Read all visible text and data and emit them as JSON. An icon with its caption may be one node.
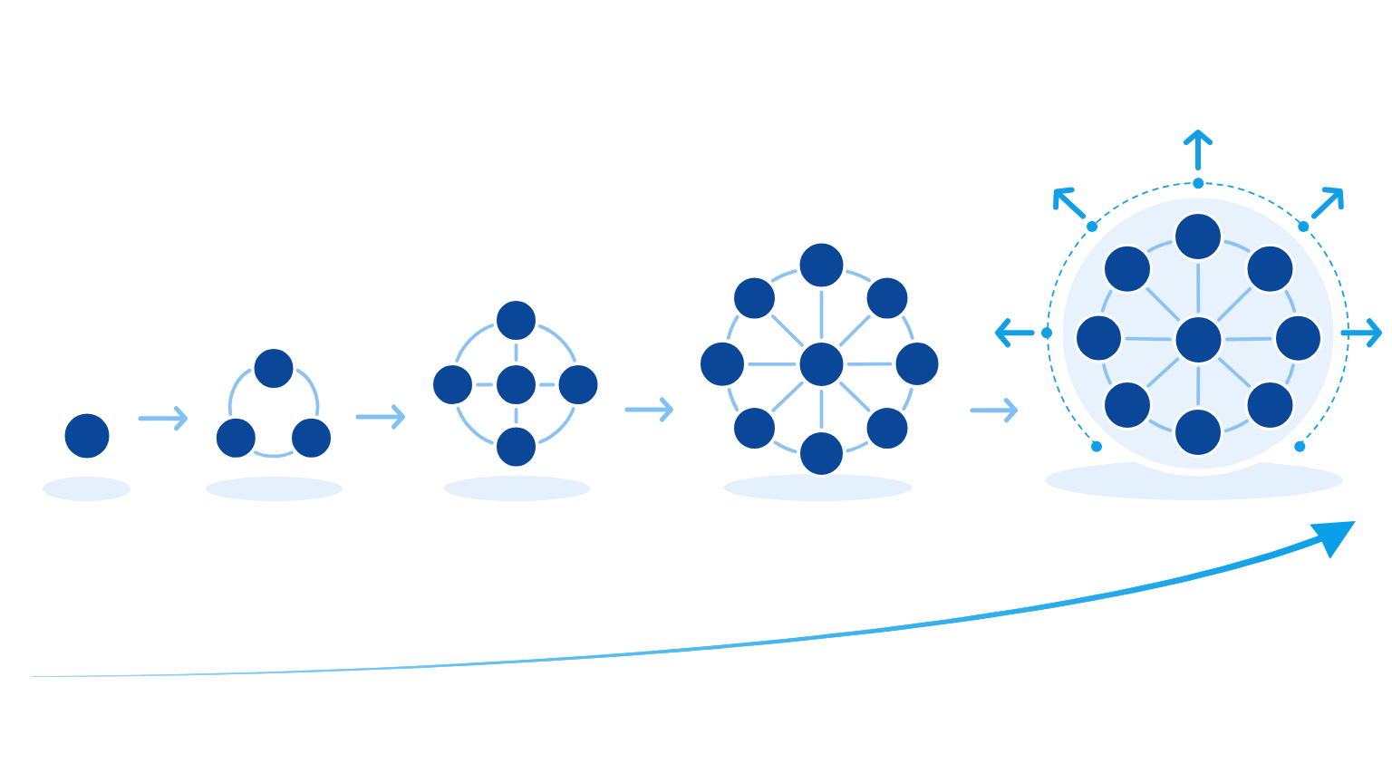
{
  "diagram": {
    "nodes": [
      {
        "text": [],
        "shape": "circle"
      },
      {
        "text": [],
        "shape": "circle"
      },
      {
        "text": [],
        "shape": "circle"
      },
      {
        "text": [],
        "shape": "circle"
      },
      {
        "text": [],
        "shape": "circle"
      },
      {
        "text": [],
        "shape": "circle"
      },
      {
        "text": [],
        "shape": "circle"
      },
      {
        "text": [],
        "shape": "circle"
      },
      {
        "text": [],
        "shape": "circle"
      },
      {
        "text": [],
        "shape": "circle"
      },
      {
        "text": [],
        "shape": "circle"
      },
      {
        "text": [],
        "shape": "circle"
      },
      {
        "text": [],
        "shape": "circle"
      },
      {
        "text": [],
        "shape": "circle"
      },
      {
        "text": [],
        "shape": "circle"
      },
      {
        "text": [],
        "shape": "circle"
      },
      {
        "text": [],
        "shape": "circle"
      },
      {
        "text": [],
        "shape": "circle"
      },
      {
        "text": [],
        "shape": "circle"
      },
      {
        "text": [],
        "shape": "circle",
        "in": 18
      },
      {
        "text": [],
        "shape": "circle",
        "in": 18
      },
      {
        "text": [],
        "shape": "circle",
        "in": 18
      },
      {
        "text": [],
        "shape": "circle",
        "in": 18
      },
      {
        "text": [],
        "shape": "circle",
        "in": 18
      },
      {
        "text": [],
        "shape": "circle",
        "in": 18
      },
      {
        "text": [],
        "shape": "circle",
        "in": 18
      },
      {
        "text": [],
        "shape": "circle",
        "in": 18
      },
      {
        "text": [],
        "shape": "circle",
        "in": 18
      }
    ],
    "edges": [
      {
        "from": 0,
        "to": 2,
        "arrow": "to"
      },
      {
        "from": 1,
        "to": 2,
        "arrow": "none"
      },
      {
        "from": 1,
        "to": 3,
        "arrow": "none"
      },
      {
        "from": 2,
        "to": 3,
        "arrow": "none"
      },
      {
        "from": 3,
        "to": 5,
        "arrow": "to"
      },
      {
        "from": 6,
        "to": 4,
        "arrow": "none"
      },
      {
        "from": 6,
        "to": 5,
        "arrow": "none"
      },
      {
        "from": 6,
        "to": 7,
        "arrow": "none"
      },
      {
        "from": 6,
        "to": 8,
        "arrow": "none"
      },
      {
        "from": 4,
        "to": 5,
        "arrow": "none"
      },
      {
        "from": 4,
        "to": 7,
        "arrow": "none"
      },
      {
        "from": 5,
        "to": 8,
        "arrow": "none"
      },
      {
        "from": 7,
        "to": 8,
        "arrow": "none"
      },
      {
        "from": 7,
        "to": 12,
        "arrow": "to"
      },
      {
        "from": 13,
        "to": 9,
        "arrow": "none"
      },
      {
        "from": 13,
        "to": 10,
        "arrow": "none"
      },
      {
        "from": 13,
        "to": 11,
        "arrow": "none"
      },
      {
        "from": 13,
        "to": 12,
        "arrow": "none"
      },
      {
        "from": 13,
        "to": 14,
        "arrow": "none"
      },
      {
        "from": 13,
        "to": 15,
        "arrow": "none"
      },
      {
        "from": 13,
        "to": 16,
        "arrow": "none"
      },
      {
        "from": 13,
        "to": 17,
        "arrow": "none"
      },
      {
        "from": 9,
        "to": 10,
        "arrow": "none"
      },
      {
        "from": 9,
        "to": 11,
        "arrow": "none"
      },
      {
        "from": 10,
        "to": 12,
        "arrow": "none"
      },
      {
        "from": 11,
        "to": 14,
        "arrow": "none"
      },
      {
        "from": 12,
        "to": 15,
        "arrow": "none"
      },
      {
        "from": 14,
        "to": 16,
        "arrow": "none"
      },
      {
        "from": 15,
        "to": 17,
        "arrow": "none"
      },
      {
        "from": 16,
        "to": 17,
        "arrow": "none"
      },
      {
        "from": 14,
        "to": 18,
        "arrow": "to"
      },
      {
        "from": 23,
        "to": 19,
        "arrow": "none"
      },
      {
        "from": 23,
        "to": 20,
        "arrow": "none"
      },
      {
        "from": 23,
        "to": 21,
        "arrow": "none"
      },
      {
        "from": 23,
        "to": 22,
        "arrow": "none"
      },
      {
        "from": 23,
        "to": 24,
        "arrow": "none"
      },
      {
        "from": 23,
        "to": 25,
        "arrow": "none"
      },
      {
        "from": 23,
        "to": 26,
        "arrow": "none"
      },
      {
        "from": 23,
        "to": 27,
        "arrow": "none"
      },
      {
        "from": 19,
        "to": 20,
        "arrow": "none"
      },
      {
        "from": 19,
        "to": 21,
        "arrow": "none"
      },
      {
        "from": 20,
        "to": 22,
        "arrow": "none"
      },
      {
        "from": 21,
        "to": 24,
        "arrow": "none"
      },
      {
        "from": 22,
        "to": 25,
        "arrow": "none"
      },
      {
        "from": 24,
        "to": 26,
        "arrow": "none"
      },
      {
        "from": 25,
        "to": 27,
        "arrow": "none"
      },
      {
        "from": 26,
        "to": 27,
        "arrow": "none"
      }
    ]
  }
}
